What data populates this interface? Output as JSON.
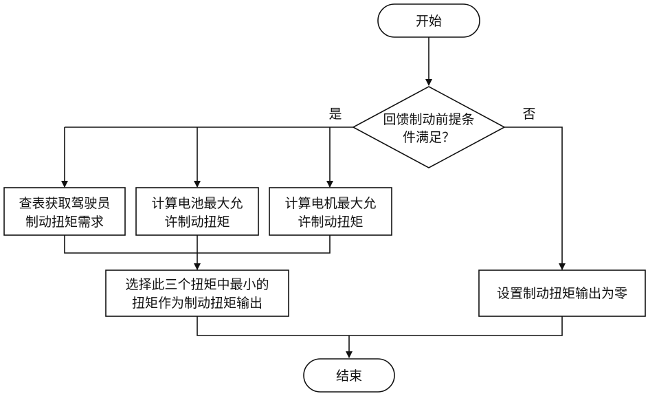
{
  "nodes": {
    "start": "开始",
    "decision": {
      "line1": "回馈制动前提条",
      "line2": "件满足？"
    },
    "lookup": {
      "line1": "查表获取驾驶员",
      "line2": "制动扭矩需求"
    },
    "battery": {
      "line1": "计算电池最大允",
      "line2": "许制动扭矩"
    },
    "motor": {
      "line1": "计算电机最大允",
      "line2": "许制动扭矩"
    },
    "select_min": {
      "line1": "选择此三个扭矩中最小的",
      "line2": "扭矩作为制动扭矩输出"
    },
    "set_zero": "设置制动扭矩输出为零",
    "end": "结束"
  },
  "edge_labels": {
    "yes": "是",
    "no": "否"
  }
}
